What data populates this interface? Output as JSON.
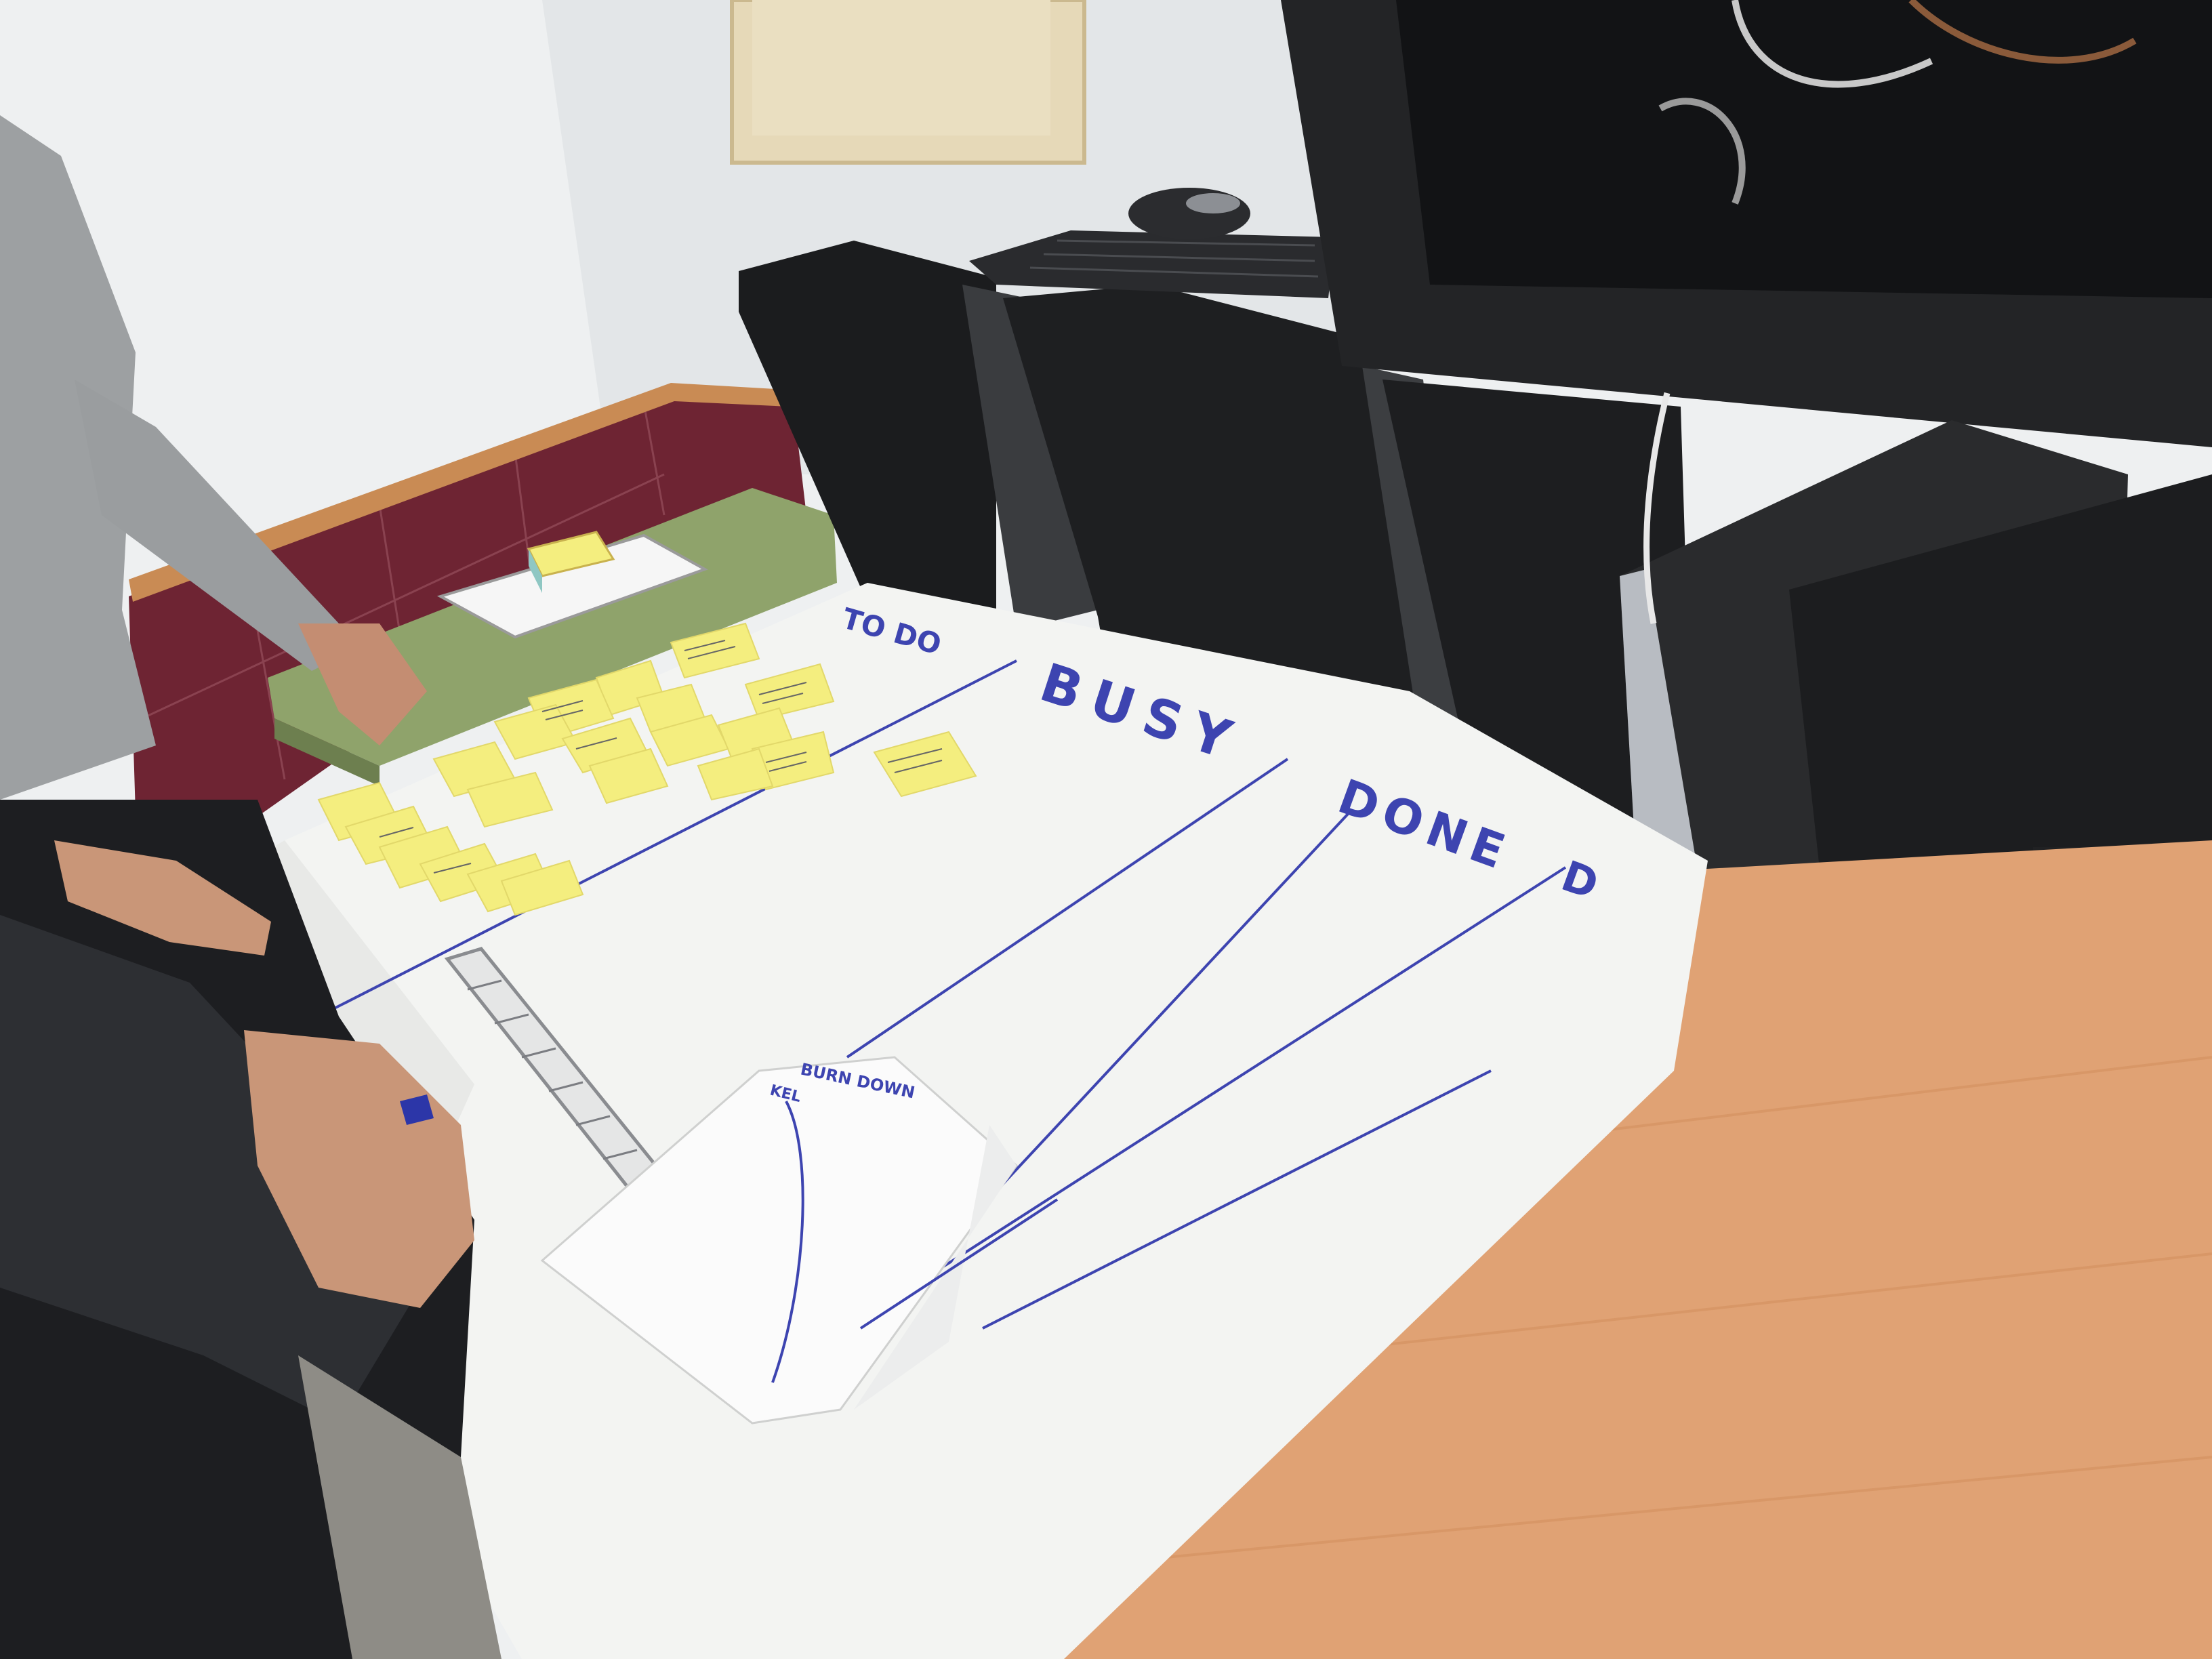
{
  "board": {
    "columns": [
      {
        "key": "todo",
        "label": "TO DO"
      },
      {
        "key": "busy",
        "label": "BUSY"
      },
      {
        "key": "done",
        "label": "DONE"
      },
      {
        "key": "extra",
        "label": "D"
      }
    ]
  },
  "burndown": {
    "title": "BURN DOWN",
    "ylabel": "KEL"
  },
  "colors": {
    "wall": "#eef0f1",
    "tile": "#6e2433",
    "wood_trim": "#c98b54",
    "desk": "#e0a274",
    "paper": "#f3f4f2",
    "sticky": "#f4ee7f",
    "marker_ink": "#3d44b0",
    "pc_case": "#1b1c1e",
    "green_table": "#8fa36b"
  }
}
